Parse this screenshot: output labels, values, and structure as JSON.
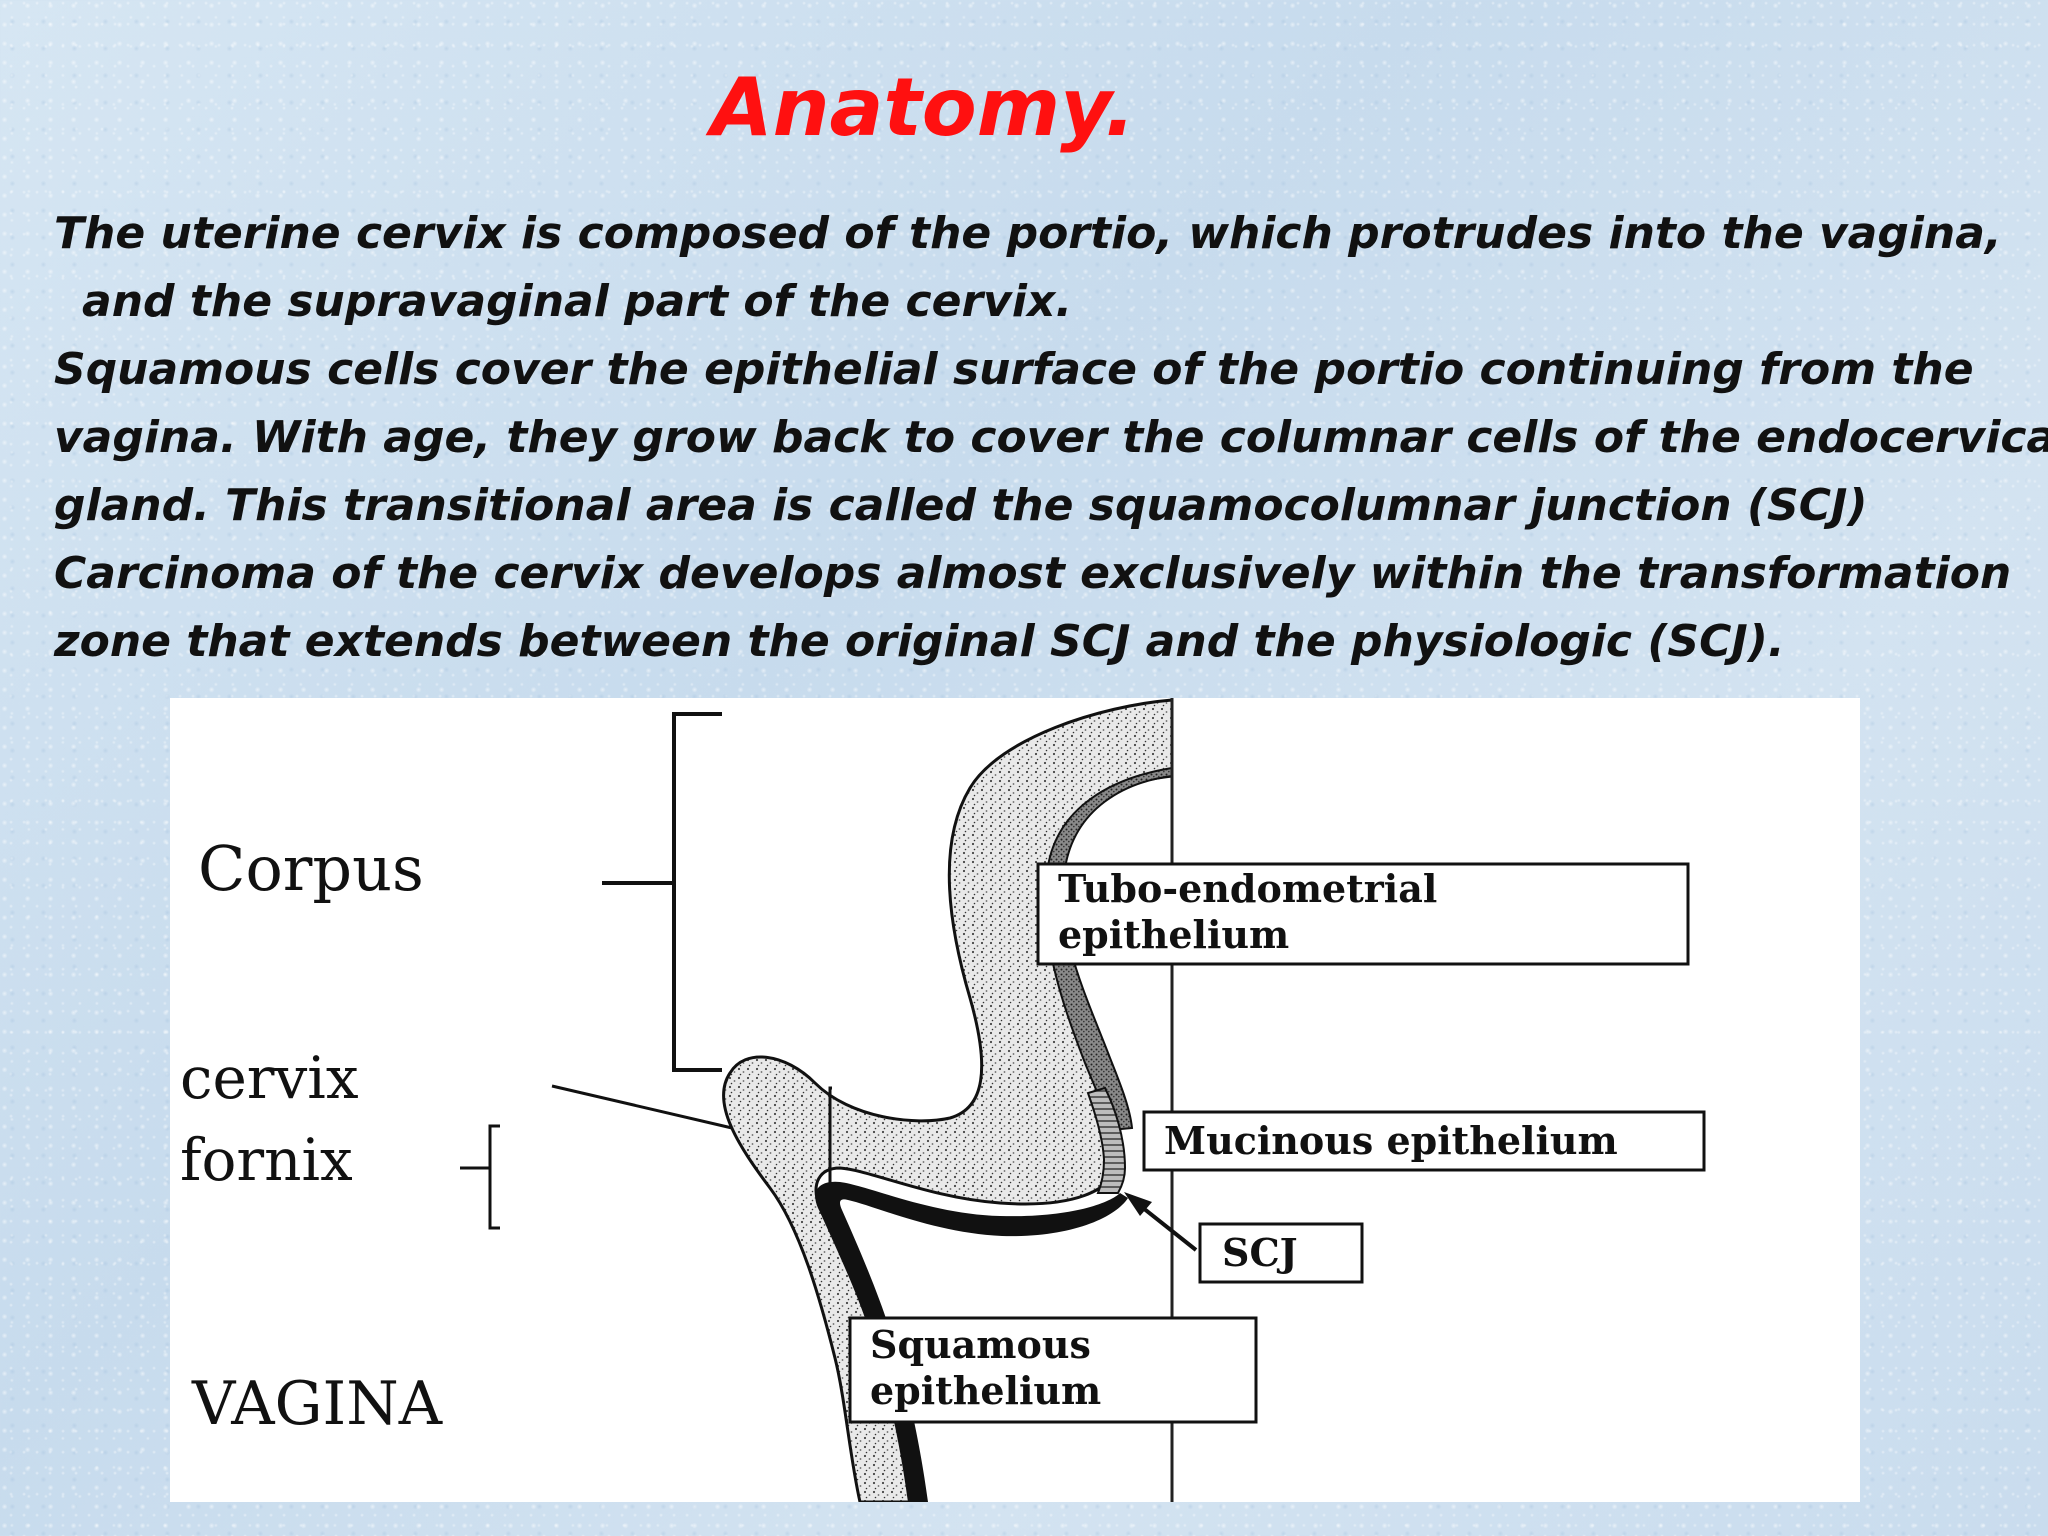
{
  "slide": {
    "title": "Anatomy.",
    "body_lines": [
      "The uterine cervix is composed of the portio, which protrudes into the vagina,",
      "and the supravaginal part of the cervix.",
      "Squamous cells cover the epithelial surface of the portio continuing from the",
      "vagina. With age, they grow back to cover the columnar cells of the endocervical",
      "gland. This transitional area is called the squamocolumnar junction (SCJ)",
      "Carcinoma of the cervix develops almost exclusively within the transformation",
      "zone that extends between the original SCJ and the physiologic (SCJ)."
    ]
  },
  "diagram": {
    "labels": {
      "corpus": "Corpus",
      "cervix": "cervix",
      "fornix": "fornix",
      "vagina": "VAGINA"
    },
    "boxes": {
      "tubo_line1": "Tubo-endometrial",
      "tubo_line2": "epithelium",
      "mucinous": "Mucinous epithelium",
      "scj": "SCJ",
      "squamous_line1": "Squamous",
      "squamous_line2": "epithelium"
    }
  },
  "colors": {
    "title": "#ff1010",
    "body_text": "#111111",
    "background": "#cfe0ef"
  }
}
